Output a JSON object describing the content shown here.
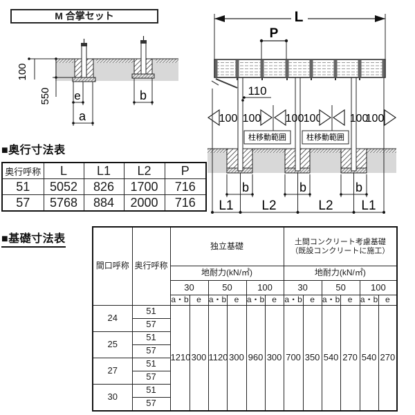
{
  "title": "M 合掌セット",
  "left_diagram": {
    "depth_top": "100",
    "depth_total": "550",
    "dim_e": "e",
    "dim_a": "a",
    "dim_b": "b"
  },
  "right_diagram": {
    "dim_L": "L",
    "dim_P": "P",
    "dim_110": "110",
    "dim_100": "100",
    "movement_label": "柱移動範囲",
    "dim_b": "b",
    "dim_L1": "L1",
    "dim_L2": "L2"
  },
  "depth_table": {
    "title": "■奥行寸法表",
    "headers": [
      "奥行呼称",
      "L",
      "L1",
      "L2",
      "P"
    ],
    "rows": [
      [
        "51",
        "5052",
        "826",
        "1700",
        "716"
      ],
      [
        "57",
        "5768",
        "884",
        "2000",
        "716"
      ]
    ]
  },
  "foundation_table": {
    "title": "■基礎寸法表",
    "header_col1": "間口呼称",
    "header_col2": "奥行呼称",
    "group_independent": "独立基礎",
    "group_doma_line1": "土間コンクリート考慮基礎",
    "group_doma_line2": "（既設コンクリートに施工）",
    "bearing_capacity": "地耐力(kN/㎡)",
    "capacity_values": [
      "30",
      "50",
      "100"
    ],
    "sub_headers": {
      "ab": "a・b",
      "e": "e"
    },
    "row_groups": [
      {
        "width_name": "24",
        "depth_names": [
          "51",
          "57"
        ]
      },
      {
        "width_name": "25",
        "depth_names": [
          "51",
          "57"
        ]
      },
      {
        "width_name": "27",
        "depth_names": [
          "51",
          "57"
        ]
      },
      {
        "width_name": "30",
        "depth_names": [
          "51",
          "57"
        ]
      }
    ],
    "values": [
      "1210",
      "300",
      "1120",
      "300",
      "960",
      "300",
      "700",
      "350",
      "540",
      "270",
      "540",
      "270"
    ]
  }
}
